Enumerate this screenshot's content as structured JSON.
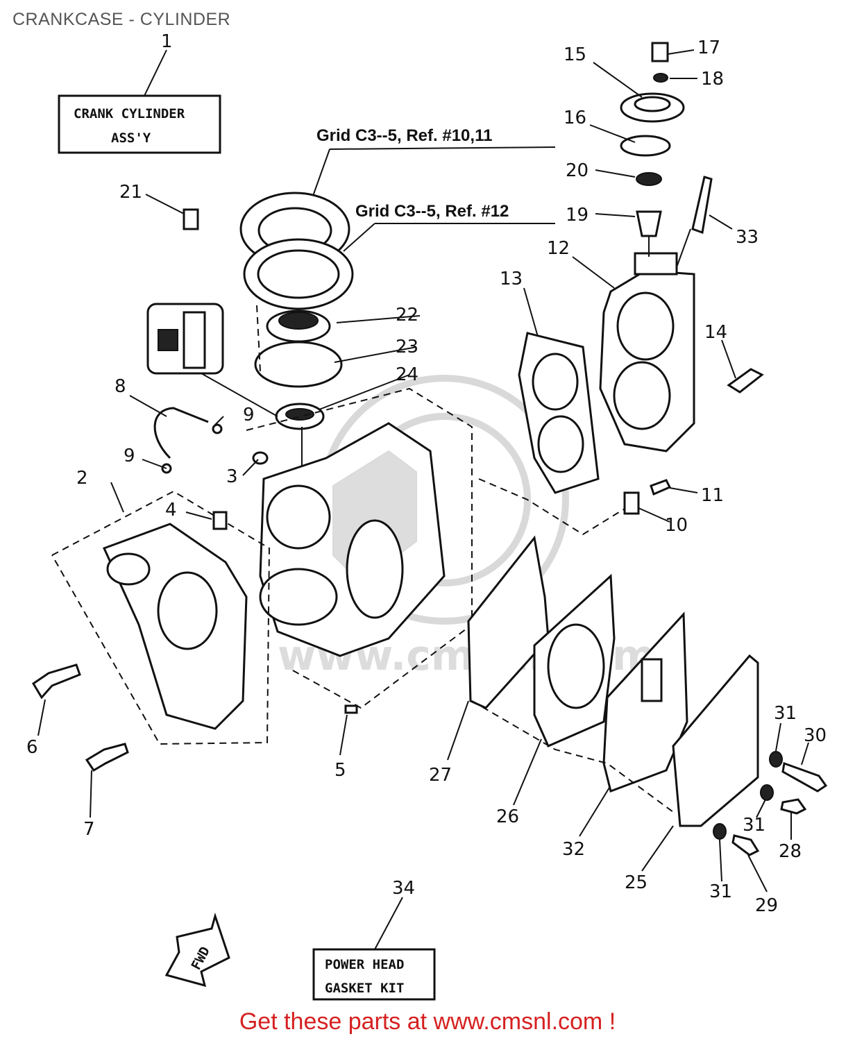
{
  "page_title": "CRANKCASE - CYLINDER",
  "labels": {
    "crank_cylinder_box": [
      "CRANK CYLINDER",
      "ASS'Y"
    ],
    "gasket_kit_box": [
      "POWER HEAD",
      "GASKET KIT"
    ],
    "fwd": "FWD",
    "grid_ref_10_11": "Grid C3--5, Ref. #10,11",
    "grid_ref_12": "Grid C3--5, Ref. #12"
  },
  "callouts": {
    "n1": "1",
    "n2": "2",
    "n3": "3",
    "n4": "4",
    "n5": "5",
    "n6": "6",
    "n7": "7",
    "n8": "8",
    "n9a": "9",
    "n9b": "9",
    "n10": "10",
    "n11": "11",
    "n12": "12",
    "n13": "13",
    "n14": "14",
    "n15": "15",
    "n16": "16",
    "n17": "17",
    "n18": "18",
    "n19": "19",
    "n20": "20",
    "n21": "21",
    "n22": "22",
    "n23": "23",
    "n24": "24",
    "n25": "25",
    "n26": "26",
    "n27": "27",
    "n28": "28",
    "n29": "29",
    "n30": "30",
    "n31a": "31",
    "n31b": "31",
    "n31c": "31",
    "n32": "32",
    "n33": "33",
    "n34": "34"
  },
  "promo_text": "Get these parts at www.cmsnl.com !",
  "colors": {
    "promo": "#d62020",
    "title": "#555555",
    "ink": "#111111"
  }
}
